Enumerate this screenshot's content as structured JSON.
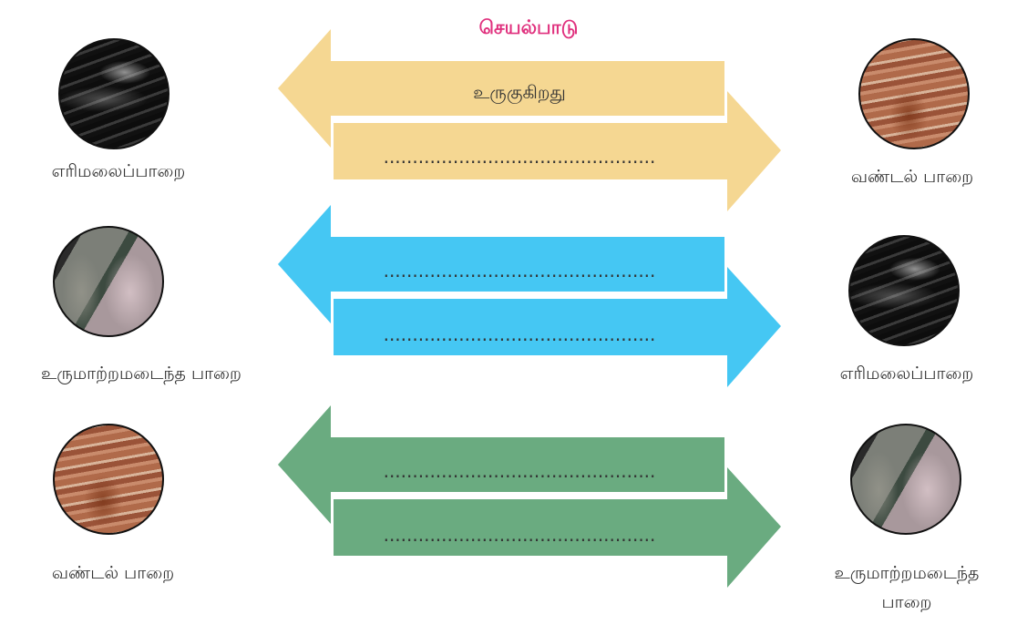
{
  "title": "செயல்பாடு",
  "rows": [
    {
      "left_label": "எரிமலைப்பாறை",
      "right_label": "வண்டல் பாறை",
      "left_arrow_text": "உருகுகிறது",
      "right_arrow_text": "..............................................."
    },
    {
      "left_label": "உருமாற்றமடைந்த பாறை",
      "right_label": "எரிமலைப்பாறை",
      "left_arrow_text": "...............................................",
      "right_arrow_text": "..............................................."
    },
    {
      "left_label": "வண்டல் பாறை",
      "right_label": "உருமாற்றமடைந்த\nபாறை",
      "left_arrow_text": "...............................................",
      "right_arrow_text": "..............................................."
    }
  ],
  "colors": {
    "title": "#e0317e",
    "row1_arrows": "#f5d792",
    "row2_arrows": "#45c7f3",
    "row3_arrows": "#6aab80"
  }
}
